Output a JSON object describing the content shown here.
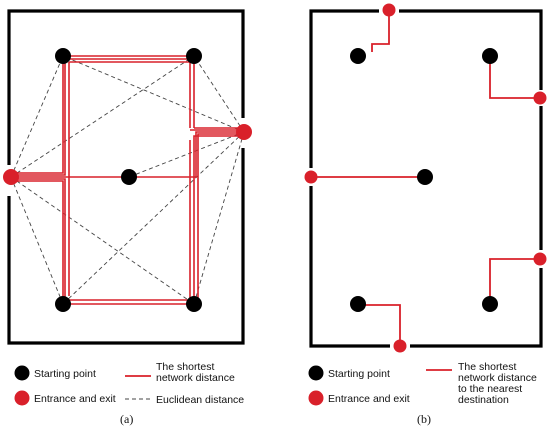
{
  "panel_a": {
    "caption": "(a)",
    "legend": {
      "starting_point": "Starting point",
      "shortest_line1": "The shortest",
      "shortest_line2": "network distance",
      "entrance_exit": "Entrance and exit",
      "euclidean": "Euclidean distance"
    }
  },
  "panel_b": {
    "caption": "(b)",
    "legend": {
      "starting_point": "Starting point",
      "shortest_line1": "The shortest",
      "shortest_line2": "network distance",
      "shortest_line3": "to the nearest",
      "shortest_line4": "destination",
      "entrance_exit": "Entrance and exit"
    }
  },
  "colors": {
    "black": "#000000",
    "red": "#d9202a",
    "dash": "#444444"
  }
}
